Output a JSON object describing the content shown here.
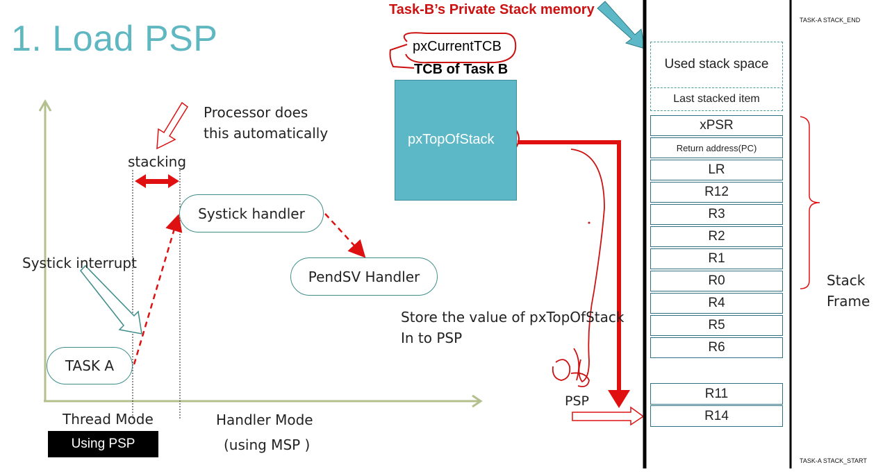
{
  "title": "1. Load PSP",
  "labels": {
    "private_stack": "Task-B’s Private Stack memory",
    "current_tcb": "pxCurrentTCB",
    "tcb_title": "TCB of Task B",
    "tcb_field": "pxTopOfStack",
    "processor_note_1": "Processor does",
    "processor_note_2": "this automatically",
    "stacking": "stacking",
    "systick_interrupt": "Systick interrupt",
    "store_note_1": "Store the value of pxTopOfStack",
    "store_note_2": "In to PSP",
    "psp": "PSP",
    "thread_mode": "Thread Mode",
    "handler_mode": "Handler Mode",
    "using_msp": "(using MSP )",
    "using_psp": "Using PSP",
    "stack_frame_1": "Stack",
    "stack_frame_2": "Frame",
    "stack_end": "TASK-A STACK_END",
    "stack_start": "TASK-A STACK_START"
  },
  "nodes": {
    "task_a": "TASK A",
    "systick_handler": "Systick handler",
    "pendsv_handler": "PendSV Handler"
  },
  "stack": {
    "used": "Used stack space",
    "last": "Last stacked item",
    "frame": [
      "xPSR",
      "Return address(PC)",
      "LR",
      "R12",
      "R3",
      "R2",
      "R1",
      "R0",
      "R4",
      "R5",
      "R6"
    ],
    "extra": [
      "R11",
      "R14"
    ]
  },
  "colors": {
    "title": "#5fb7c1",
    "tcb_box": "#5cb8c6",
    "annotation_red": "#dd1111",
    "axis": "#b4bf8e"
  }
}
